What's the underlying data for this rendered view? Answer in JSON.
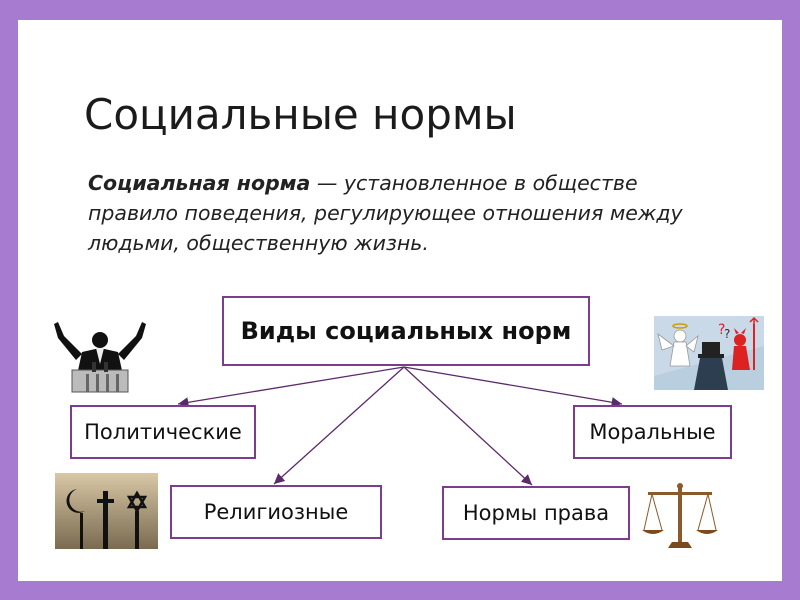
{
  "slide": {
    "title": "Социальные нормы",
    "definition": {
      "term": "Социальная норма",
      "rest": " — установленное в обществе правило поведения, регулирующее отношения между людьми, общественную жизнь."
    }
  },
  "diagram": {
    "root": "Виды социальных норм",
    "types": {
      "political": "Политические",
      "moral": "Моральные",
      "religious": "Религиозные",
      "law": "Нормы права"
    }
  },
  "colors": {
    "frame": "#a77bd0",
    "box_border": "#7d3d8e",
    "arrow": "#5b2a6b"
  },
  "icons": [
    "politician-speech-icon",
    "angel-devil-icon",
    "religious-symbols-icon",
    "justice-scales-icon"
  ]
}
